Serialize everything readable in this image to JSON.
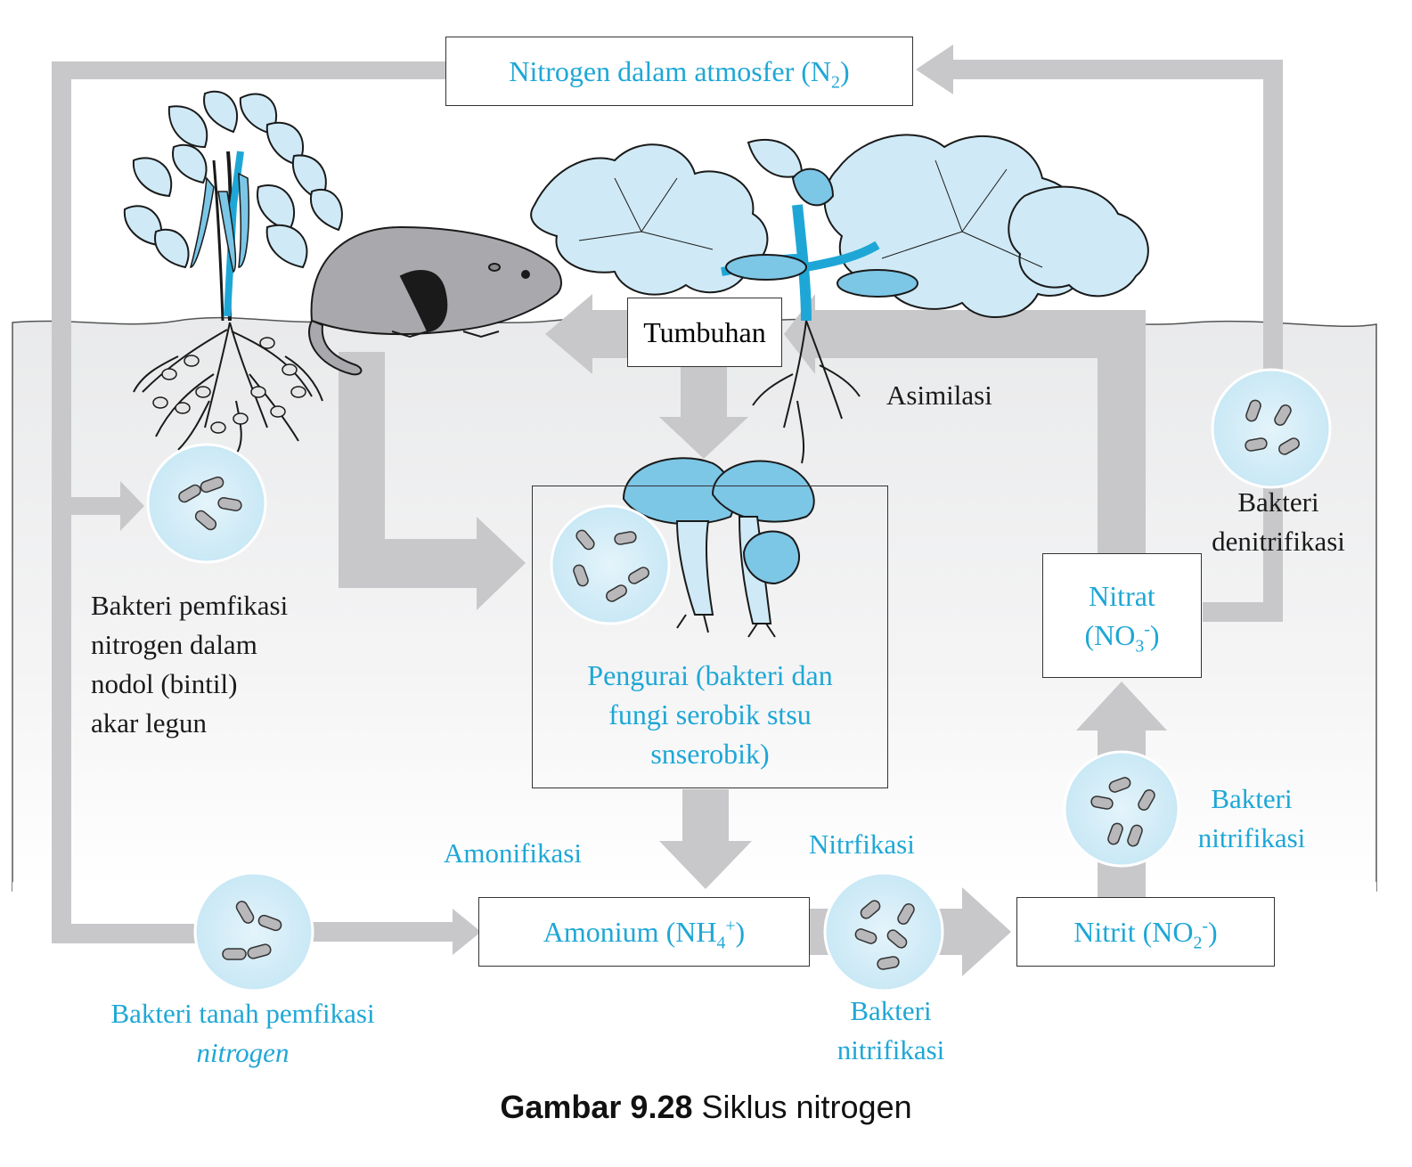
{
  "boxes": {
    "atmosphere": {
      "text": "Nitrogen dalam atmosfer (N",
      "sub": "2",
      "tail": ")"
    },
    "plant": {
      "text": "Tumbuhan"
    },
    "decomposer": {
      "line1": "Pengurai (bakteri dan",
      "line2": "fungi serobik stsu",
      "line3": "snserobik)"
    },
    "ammonium": {
      "text": "Amonium (NH",
      "sub": "4",
      "sup": "+",
      "tail": ")"
    },
    "nitrite": {
      "text": "Nitrit (NO",
      "sub": "2",
      "sup": "-",
      "tail": ")"
    },
    "nitrate": {
      "line1": "Nitrat",
      "text": "(NO",
      "sub": "3",
      "sup": "-",
      "tail": ")"
    }
  },
  "labels": {
    "assimilation": "Asimilasi",
    "denitrifying": {
      "line1": "Bakteri",
      "line2": "denitrifikasi"
    },
    "legume_bacteria": {
      "line1": "Bakteri pemfikasi",
      "line2": "nitrogen dalam",
      "line3": "nodol (bintil)",
      "line4": "akar legun"
    },
    "ammonification": "Amonifikasi",
    "nitrification": "Nitrfikasi",
    "nitrifying_right": {
      "line1": "Bakteri",
      "line2": "nitrifikasi"
    },
    "nitrifying_bottom": {
      "line1": "Bakteri",
      "line2": "nitrifikasi"
    },
    "soil_bacteria": {
      "line1": "Bakteri tanah pemfikasi",
      "line2": "nitrogen"
    }
  },
  "caption": {
    "bold": "Gambar 9.28",
    "text": " Siklus nitrogen"
  },
  "colors": {
    "accent_blue": "#1ea7d6",
    "arrow_gray": "#c8c8ca",
    "leaf_blue": "#cfeaf6",
    "bacteria_circle": "#d6eef8"
  }
}
